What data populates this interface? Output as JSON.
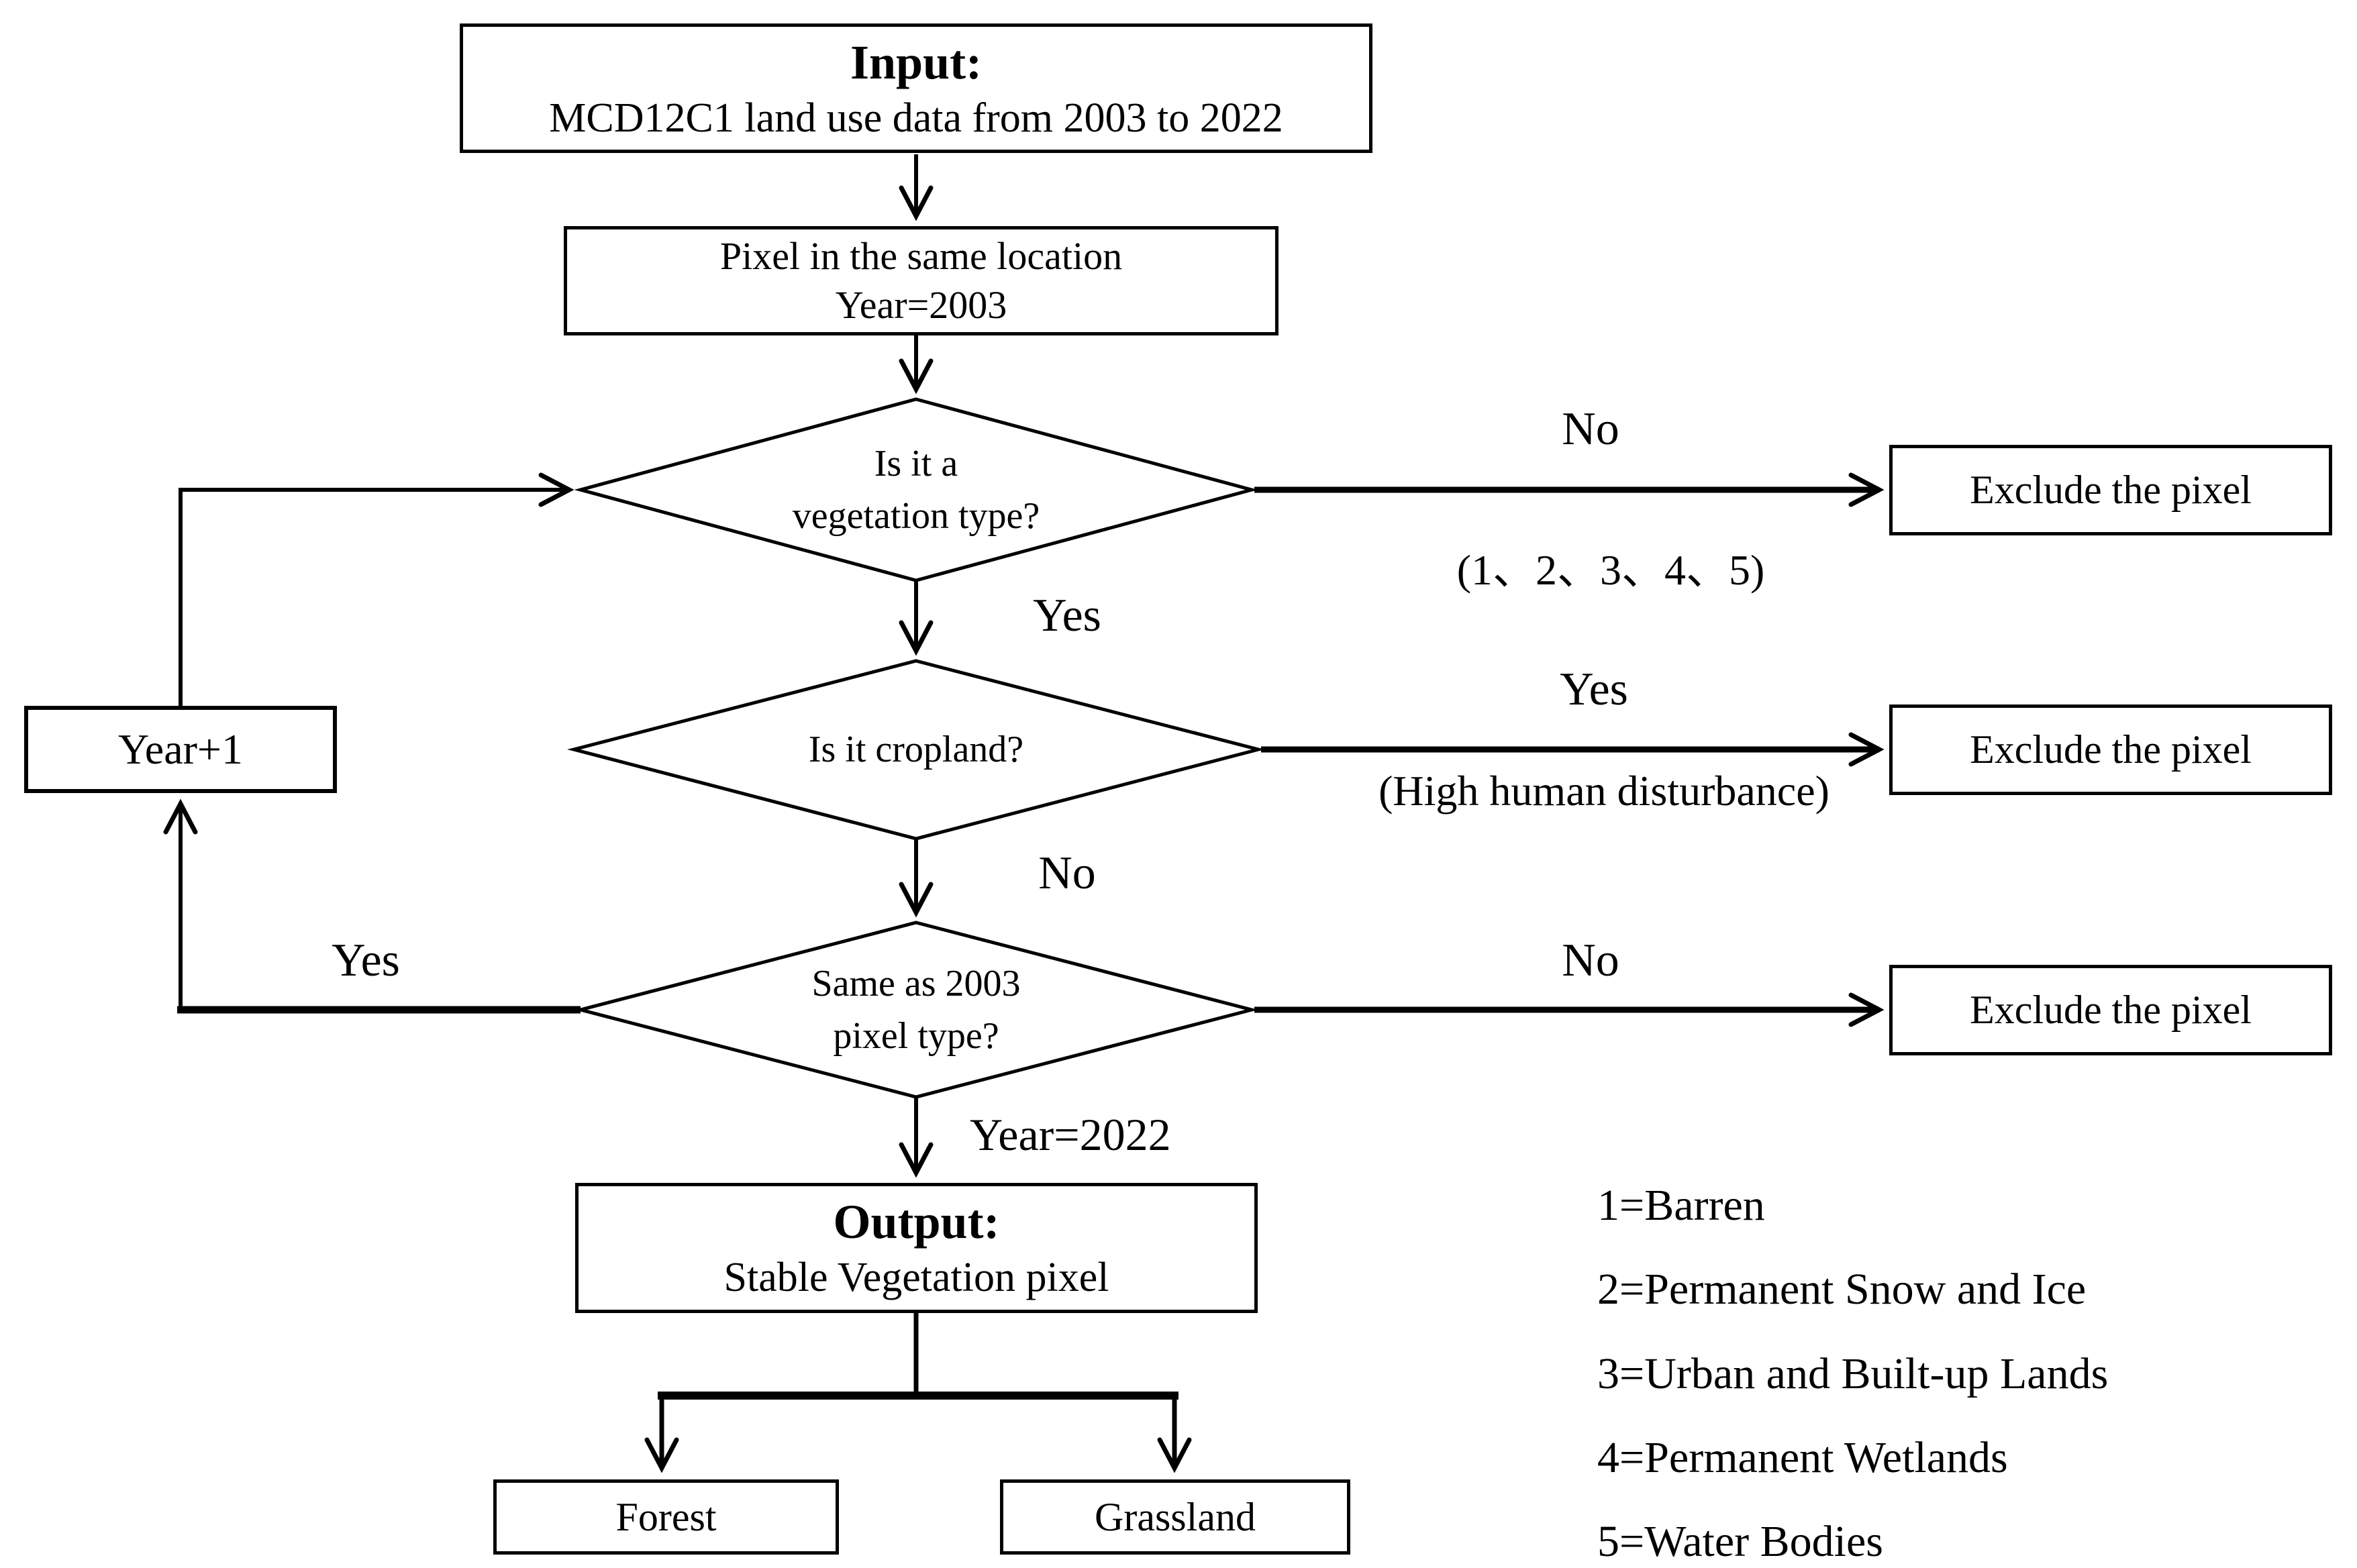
{
  "diagram": {
    "background": "#ffffff",
    "line_color": "#000000",
    "nodes": {
      "input": {
        "title": "Input:",
        "subtitle": "MCD12C1 land use data from 2003 to 2022"
      },
      "pixel_location": {
        "line1": "Pixel in the same location",
        "line2": "Year=2003"
      },
      "vegetation_check": {
        "line1": "Is it a",
        "line2": "vegetation type?"
      },
      "cropland_check": {
        "label": "Is it cropland?"
      },
      "same_type_check": {
        "line1": "Same as 2003",
        "line2": "pixel type?"
      },
      "year_increment": {
        "label": "Year+1"
      },
      "exclude_vegetation": {
        "label": "Exclude the pixel"
      },
      "exclude_cropland": {
        "label": "Exclude the pixel"
      },
      "exclude_changed": {
        "label": "Exclude the pixel"
      },
      "output": {
        "title": "Output:",
        "subtitle": "Stable Vegetation pixel"
      },
      "forest": {
        "label": "Forest"
      },
      "grassland": {
        "label": "Grassland"
      }
    },
    "edge_labels": {
      "vegetation_no": "No",
      "vegetation_no_note": "(1、2、3、4、5)",
      "vegetation_yes": "Yes",
      "cropland_yes": "Yes",
      "cropland_yes_note": "(High human disturbance)",
      "cropland_no": "No",
      "same_yes": "Yes",
      "same_no": "No",
      "end_condition": "Year=2022"
    },
    "legend": {
      "items": [
        "1=Barren",
        "2=Permanent Snow and Ice",
        "3=Urban and Built-up Lands",
        "4=Permanent Wetlands",
        "5=Water Bodies"
      ]
    }
  }
}
